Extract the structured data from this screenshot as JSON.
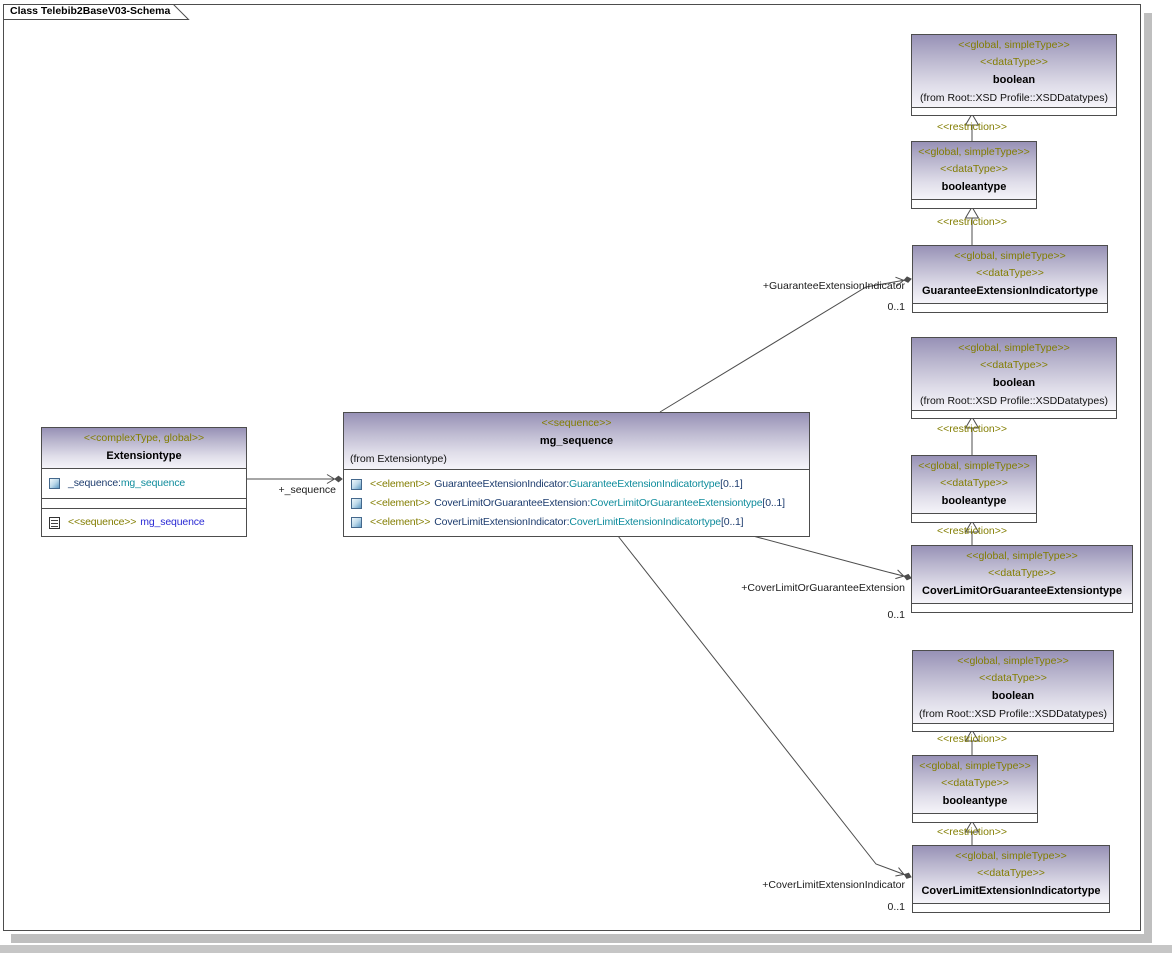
{
  "frame": {
    "title": "Class Telebib2BaseV03-Schema"
  },
  "colors": {
    "stereotype_olive": "#827d00",
    "attr_name_navy": "#1d3c6e",
    "attr_type_teal": "#0f8c9c",
    "reference_blue": "#2a2ad4",
    "line_gray": "#4d4d4d",
    "header_gradient_top": "#9791b6",
    "header_gradient_bottom": "#f5f4f9",
    "shadow_gray": "#bfbfbf"
  },
  "notation": {
    "separator": ":"
  },
  "restriction_label": "<<restriction>>",
  "classes": [
    {
      "id": "boolean-1",
      "stereotypes": [
        "<<global, simpleType>>",
        "<<dataType>>"
      ],
      "name": "boolean",
      "from": "(from Root::XSD Profile::XSDDatatypes)"
    },
    {
      "id": "booleantype-1",
      "stereotypes": [
        "<<global, simpleType>>",
        "<<dataType>>"
      ],
      "name": "booleantype"
    },
    {
      "id": "guarantee-extension-indicatortype",
      "stereotypes": [
        "<<global, simpleType>>",
        "<<dataType>>"
      ],
      "name": "GuaranteeExtensionIndicatortype"
    },
    {
      "id": "boolean-2",
      "stereotypes": [
        "<<global, simpleType>>",
        "<<dataType>>"
      ],
      "name": "boolean",
      "from": "(from Root::XSD Profile::XSDDatatypes)"
    },
    {
      "id": "booleantype-2",
      "stereotypes": [
        "<<global, simpleType>>",
        "<<dataType>>"
      ],
      "name": "booleantype"
    },
    {
      "id": "cover-limit-or-guarantee-extensiontype",
      "stereotypes": [
        "<<global, simpleType>>",
        "<<dataType>>"
      ],
      "name": "CoverLimitOrGuaranteeExtensiontype"
    },
    {
      "id": "boolean-3",
      "stereotypes": [
        "<<global, simpleType>>",
        "<<dataType>>"
      ],
      "name": "boolean",
      "from": "(from Root::XSD Profile::XSDDatatypes)"
    },
    {
      "id": "booleantype-3",
      "stereotypes": [
        "<<global, simpleType>>",
        "<<dataType>>"
      ],
      "name": "booleantype"
    },
    {
      "id": "cover-limit-extension-indicatortype",
      "stereotypes": [
        "<<global, simpleType>>",
        "<<dataType>>"
      ],
      "name": "CoverLimitExtensionIndicatortype"
    },
    {
      "id": "extensiontype",
      "stereotypes": [
        "<<complexType, global>>"
      ],
      "name": "Extensiontype",
      "attributes": [
        {
          "icon": "attribute-icon",
          "name": "_sequence",
          "type": "mg_sequence"
        }
      ],
      "sequences": [
        {
          "icon": "sequence-icon",
          "stereotype": "<<sequence>>",
          "name": "mg_sequence"
        }
      ]
    },
    {
      "id": "mg-sequence",
      "stereotypes": [
        "<<sequence>>"
      ],
      "name": "mg_sequence",
      "from": "(from Extensiontype)",
      "from_align": "left",
      "attributes": [
        {
          "icon": "attribute-icon",
          "stereotype": "<<element>>",
          "name": "GuaranteeExtensionIndicator",
          "type": "GuaranteeExtensionIndicatortype",
          "mult": "[0..1]"
        },
        {
          "icon": "attribute-icon",
          "stereotype": "<<element>>",
          "name": "CoverLimitOrGuaranteeExtension",
          "type": "CoverLimitOrGuaranteeExtensiontype",
          "mult": "[0..1]"
        },
        {
          "icon": "attribute-icon",
          "stereotype": "<<element>>",
          "name": "CoverLimitExtensionIndicator",
          "type": "CoverLimitExtensionIndicatortype",
          "mult": "[0..1]"
        }
      ]
    }
  ],
  "connectors": [
    {
      "id": "sequence-association",
      "role_label": "+_sequence",
      "mult": ""
    },
    {
      "id": "guarantee-extension-indicator-association",
      "role_label": "+GuaranteeExtensionIndicator",
      "mult": "0..1"
    },
    {
      "id": "cover-limit-or-guarantee-extension-association",
      "role_label": "+CoverLimitOrGuaranteeExtension",
      "mult": "0..1"
    },
    {
      "id": "cover-limit-extension-indicator-association",
      "role_label": "+CoverLimitExtensionIndicator",
      "mult": "0..1"
    }
  ]
}
